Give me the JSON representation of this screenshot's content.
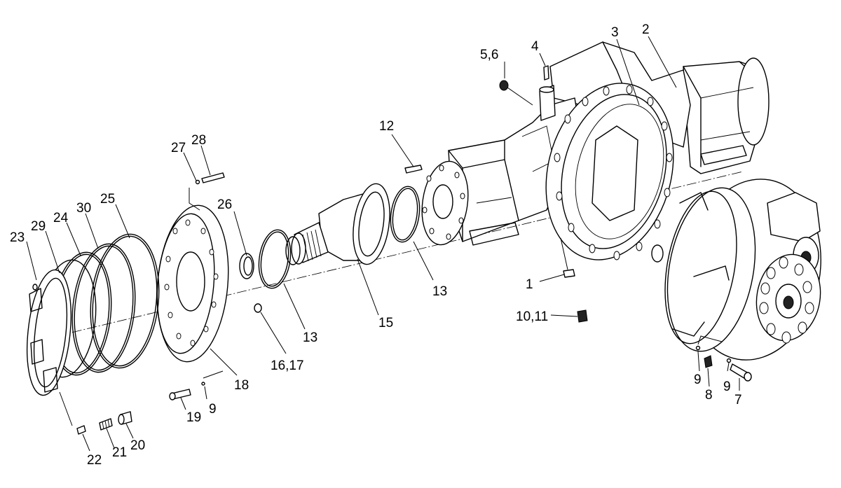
{
  "diagram": {
    "callouts": [
      {
        "id": "c23",
        "text": "23"
      },
      {
        "id": "c29",
        "text": "29"
      },
      {
        "id": "c24",
        "text": "24"
      },
      {
        "id": "c30",
        "text": "30"
      },
      {
        "id": "c25",
        "text": "25"
      },
      {
        "id": "c27",
        "text": "27"
      },
      {
        "id": "c28",
        "text": "28"
      },
      {
        "id": "c26",
        "text": "26"
      },
      {
        "id": "c12",
        "text": "12"
      },
      {
        "id": "c56",
        "text": "5,6"
      },
      {
        "id": "c4",
        "text": "4"
      },
      {
        "id": "c3",
        "text": "3"
      },
      {
        "id": "c2",
        "text": "2"
      },
      {
        "id": "c1",
        "text": "1"
      },
      {
        "id": "c13a",
        "text": "13"
      },
      {
        "id": "c13b",
        "text": "13"
      },
      {
        "id": "c15",
        "text": "15"
      },
      {
        "id": "c1011",
        "text": "10,11"
      },
      {
        "id": "c1617",
        "text": "16,17"
      },
      {
        "id": "c18",
        "text": "18"
      },
      {
        "id": "c19",
        "text": "19"
      },
      {
        "id": "c9a",
        "text": "9"
      },
      {
        "id": "c9b",
        "text": "9"
      },
      {
        "id": "c9c",
        "text": "9"
      },
      {
        "id": "c8",
        "text": "8"
      },
      {
        "id": "c7",
        "text": "7"
      },
      {
        "id": "c22",
        "text": "22"
      },
      {
        "id": "c21",
        "text": "21"
      },
      {
        "id": "c20",
        "text": "20"
      }
    ]
  }
}
